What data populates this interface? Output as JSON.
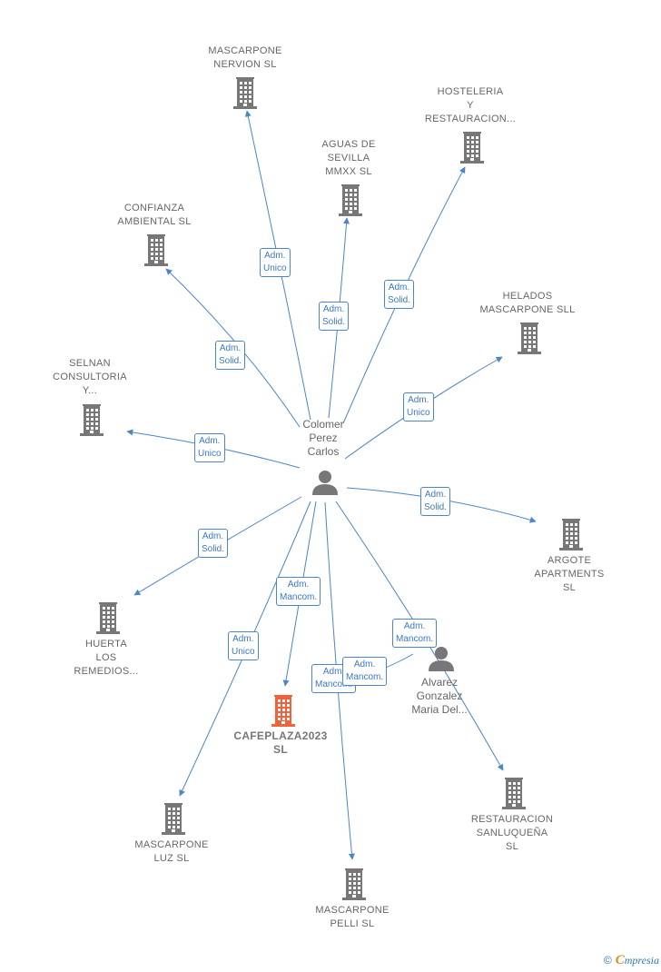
{
  "colors": {
    "edge": "#4a86c8",
    "building": "#777777",
    "building_highlight": "#f0623a",
    "person": "#777777"
  },
  "nodes": [
    {
      "id": "mascarpone_nervion",
      "type": "company",
      "label": "MASCARPONE\nNERVION SL"
    },
    {
      "id": "hosteleria",
      "type": "company",
      "label": "HOSTELERIA\nY\nRESTAURACION..."
    },
    {
      "id": "aguas",
      "type": "company",
      "label": "AGUAS DE\nSEVILLA\nMMXX  SL"
    },
    {
      "id": "confianza",
      "type": "company",
      "label": "CONFIANZA\nAMBIENTAL  SL"
    },
    {
      "id": "helados",
      "type": "company",
      "label": "HELADOS\nMASCARPONE SLL"
    },
    {
      "id": "selnan",
      "type": "company",
      "label": "SELNAN\nCONSULTORIA\nY..."
    },
    {
      "id": "colomer",
      "type": "person",
      "label": "Colomer\nPerez\nCarlos"
    },
    {
      "id": "argote",
      "type": "company",
      "label": "ARGOTE\nAPARTMENTS\nSL"
    },
    {
      "id": "huerta",
      "type": "company",
      "label": "HUERTA\nLOS\nREMEDIOS..."
    },
    {
      "id": "alvarez",
      "type": "person",
      "label": "Alvarez\nGonzalez\nMaria Del..."
    },
    {
      "id": "cafeplaza",
      "type": "company",
      "highlight": true,
      "label": "CAFEPLAZA2023\nSL"
    },
    {
      "id": "restauracion_sanluquena",
      "type": "company",
      "label": "RESTAURACION\nSANLUQUEÑA\nSL"
    },
    {
      "id": "mascarpone_luz",
      "type": "company",
      "label": "MASCARPONE\nLUZ  SL"
    },
    {
      "id": "mascarpone_pelli",
      "type": "company",
      "label": "MASCARPONE\nPELLI  SL"
    }
  ],
  "edges": [
    {
      "from": "colomer",
      "to": "mascarpone_nervion",
      "label": "Adm.\nUnico"
    },
    {
      "from": "colomer",
      "to": "aguas",
      "label": "Adm.\nSolid."
    },
    {
      "from": "colomer",
      "to": "hosteleria",
      "label": "Adm.\nSolid."
    },
    {
      "from": "colomer",
      "to": "confianza",
      "label": "Adm.\nSolid."
    },
    {
      "from": "colomer",
      "to": "helados",
      "label": "Adm.\nUnico"
    },
    {
      "from": "colomer",
      "to": "selnan",
      "label": "Adm.\nUnico"
    },
    {
      "from": "colomer",
      "to": "argote",
      "label": "Adm.\nSolid."
    },
    {
      "from": "colomer",
      "to": "huerta",
      "label": "Adm.\nSolid."
    },
    {
      "from": "colomer",
      "to": "cafeplaza",
      "label": "Adm.\nMancom."
    },
    {
      "from": "colomer",
      "to": "mascarpone_luz",
      "label": "Adm.\nUnico"
    },
    {
      "from": "colomer",
      "to": "mascarpone_pelli",
      "label": "Adm.\nMancom."
    },
    {
      "from": "colomer",
      "to": "restauracion_sanluquena",
      "label": "Adm.\nMancom."
    },
    {
      "from": "alvarez",
      "to": "cafeplaza",
      "label": "Adm.\nMancom."
    }
  ],
  "footer": {
    "copyright": "©",
    "brand_initial": "C",
    "brand_rest": "mpresia"
  }
}
